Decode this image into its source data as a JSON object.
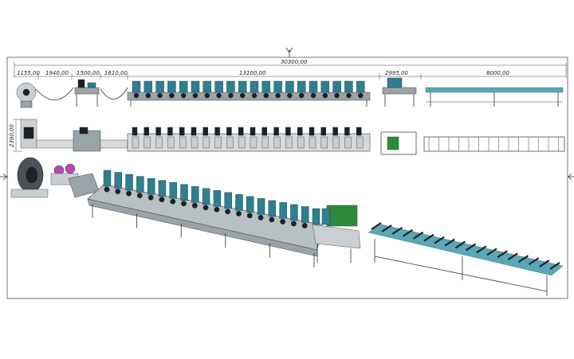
{
  "drawing": {
    "total_length": "30300,00",
    "overall_height": "2390,00",
    "segments": [
      {
        "label": "1155,00"
      },
      {
        "label": "1940,00"
      },
      {
        "label": "1500,00"
      },
      {
        "label": "1610,00"
      },
      {
        "label": "13100,00"
      },
      {
        "label": "2995,00"
      },
      {
        "label": "8000,00"
      }
    ]
  },
  "colors": {
    "machine_teal": "#2e7f8f",
    "frame_grey": "#9aa4a8",
    "motor_green": "#2d8a3d",
    "hydraulic_purple": "#b44bb0"
  }
}
